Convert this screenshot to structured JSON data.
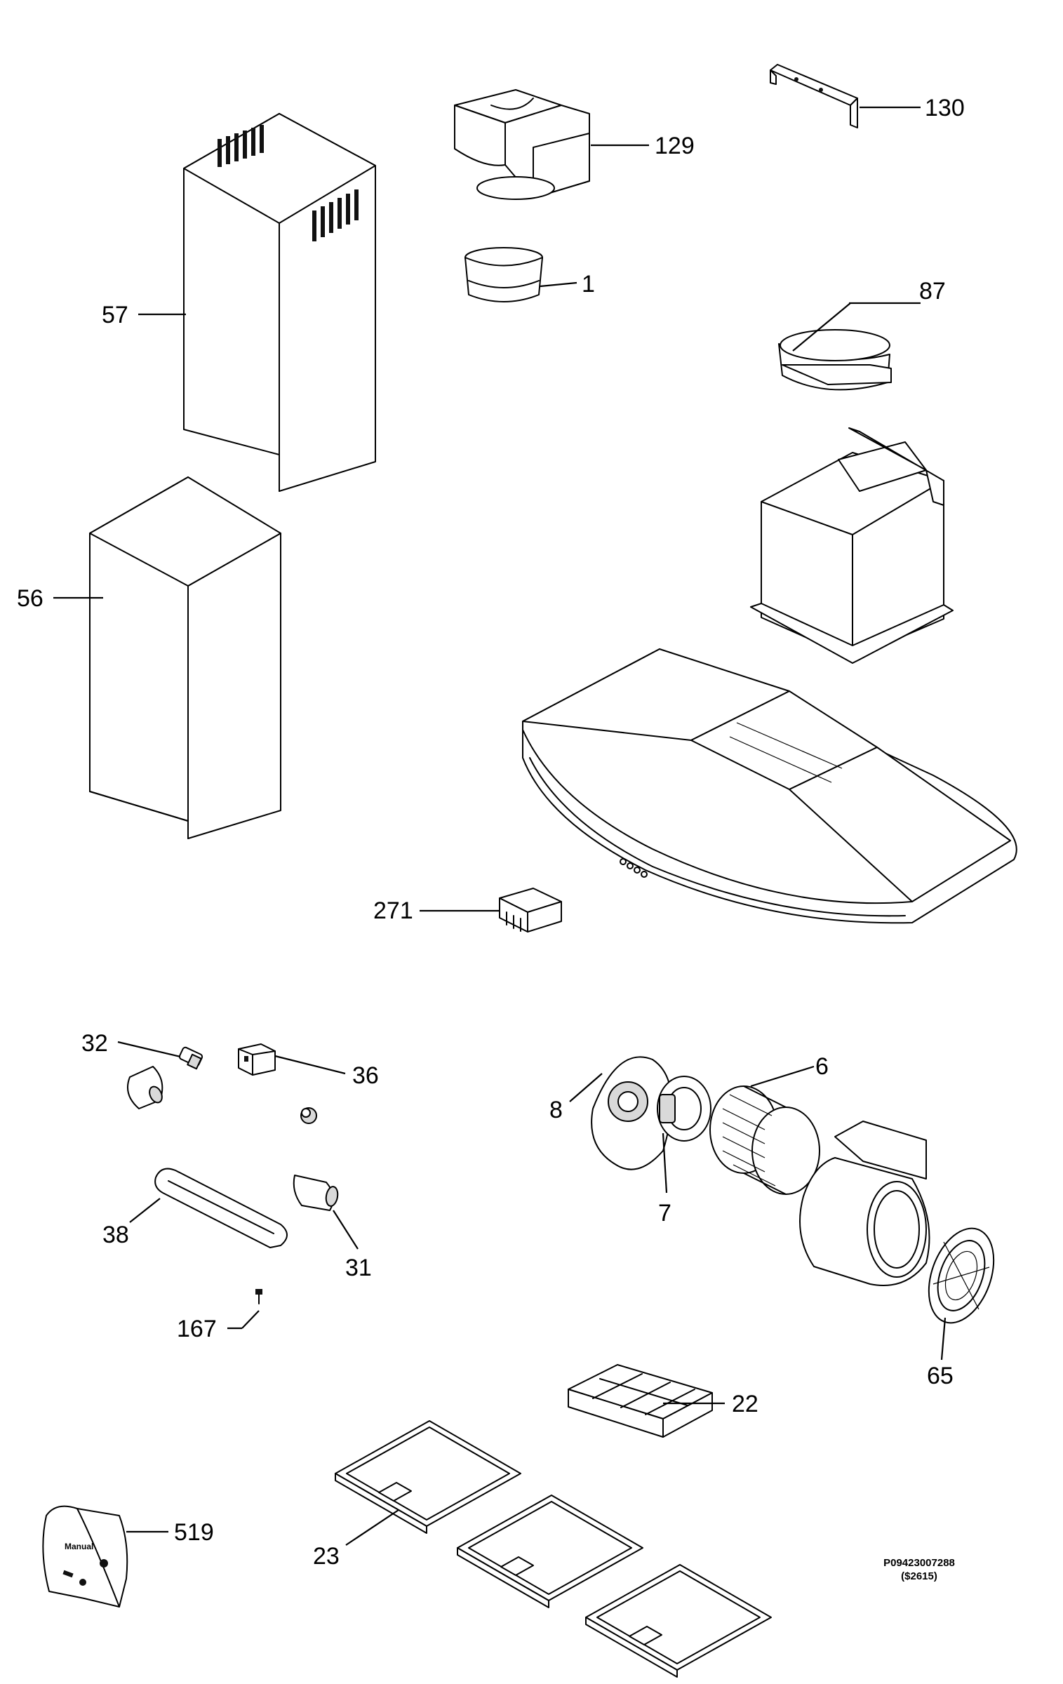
{
  "diagram": {
    "parts": [
      {
        "number": "130"
      },
      {
        "number": "129"
      },
      {
        "number": "1"
      },
      {
        "number": "87"
      },
      {
        "number": "57"
      },
      {
        "number": "56"
      },
      {
        "number": "271"
      },
      {
        "number": "32"
      },
      {
        "number": "36"
      },
      {
        "number": "8"
      },
      {
        "number": "6"
      },
      {
        "number": "7"
      },
      {
        "number": "38"
      },
      {
        "number": "31"
      },
      {
        "number": "167"
      },
      {
        "number": "65"
      },
      {
        "number": "22"
      },
      {
        "number": "519"
      },
      {
        "number": "23"
      }
    ],
    "bag_label": "Manual",
    "drawing_code": "P09423007288",
    "drawing_sub_code": "($2615)"
  }
}
